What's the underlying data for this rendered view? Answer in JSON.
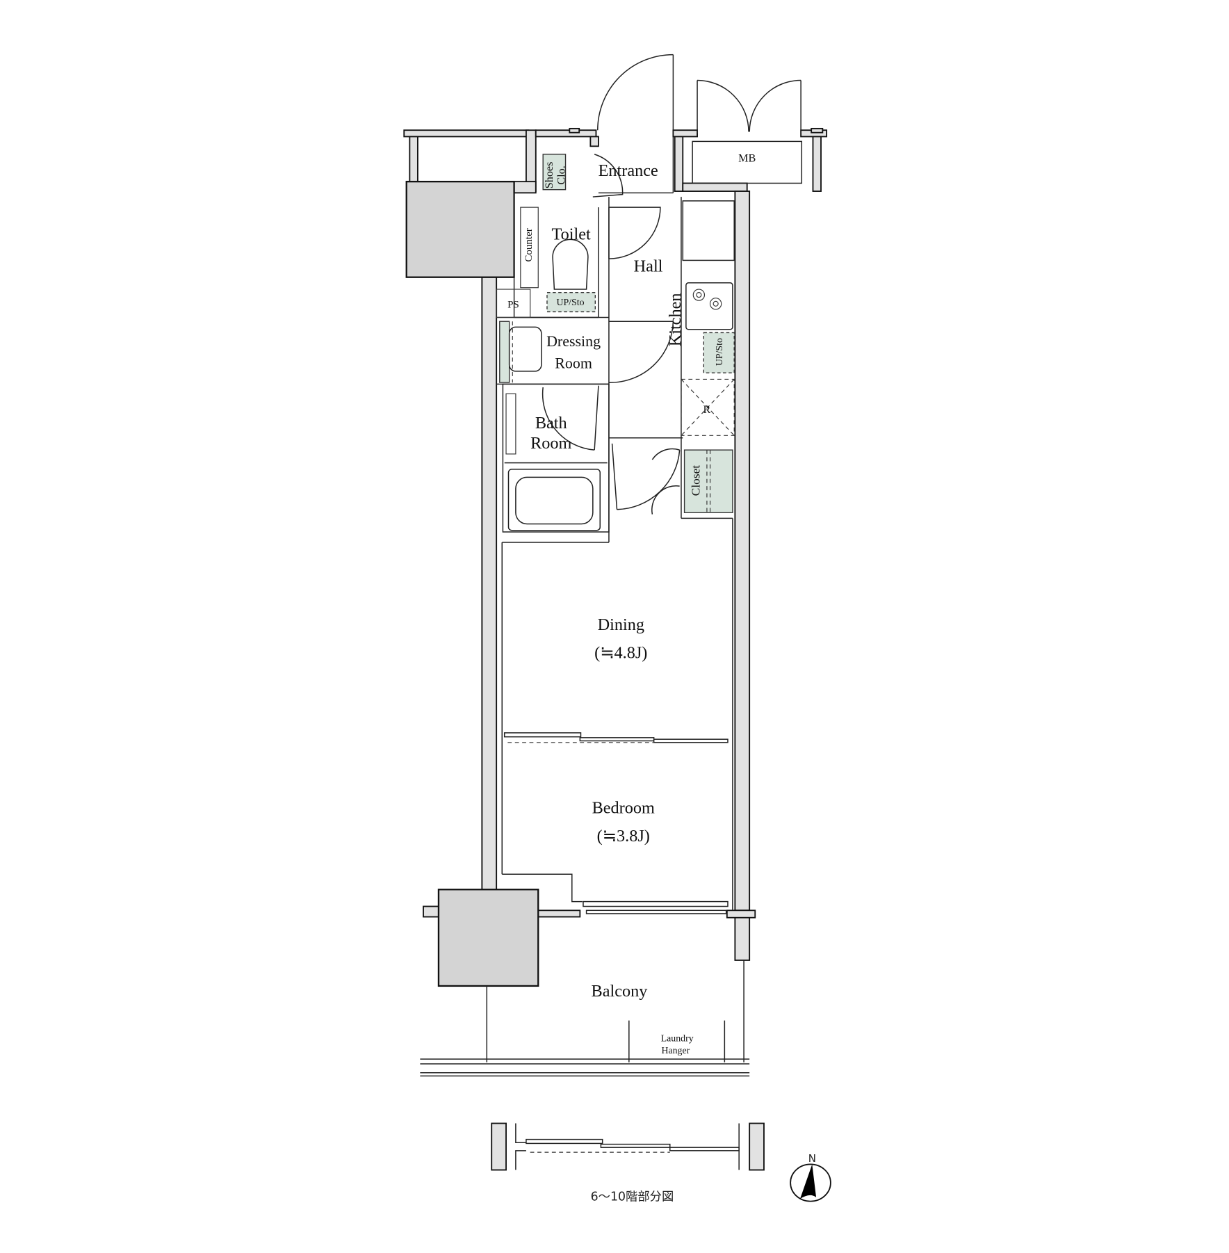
{
  "rooms": {
    "entrance": "Entrance",
    "mb": "MB",
    "shoes_closet": [
      "Shoes",
      "Clo."
    ],
    "toilet": "Toilet",
    "counter": "Counter",
    "hall": "Hall",
    "ps": "PS",
    "up_storage_toilet": "UP/Sto",
    "kitchen": "Kitchen",
    "up_storage_kitchen": "UP/Sto",
    "dressing_room": [
      "Dressing",
      "Room"
    ],
    "bath_room": [
      "Bath",
      "Room"
    ],
    "refrigerator": "R",
    "closet": "Closet",
    "dining": {
      "name": "Dining",
      "area": "(≒4.8J)"
    },
    "bedroom": {
      "name": "Bedroom",
      "area": "(≒3.8J)"
    },
    "balcony": "Balcony",
    "laundry_hanger": [
      "Laundry",
      "Hanger"
    ]
  },
  "partial_plan_caption": "6～10階部分図",
  "compass": {
    "label": "N"
  },
  "colors": {
    "wall": "#e2e2e2",
    "column": "#d4d4d4",
    "storage": "#d7e4dc"
  }
}
